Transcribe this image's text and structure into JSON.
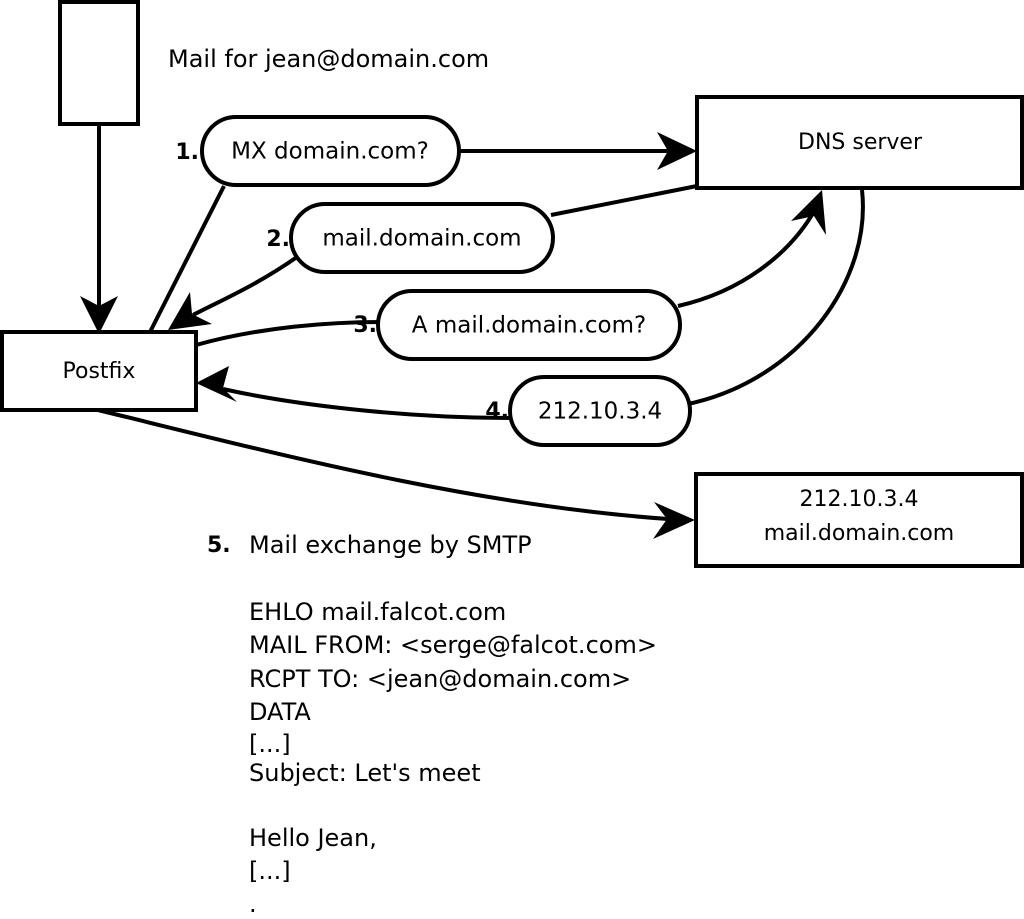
{
  "diagram": {
    "title": "Mail for jean@domain.com",
    "nodes": [
      {
        "id": "mail-client",
        "label": ""
      },
      {
        "id": "postfix",
        "label": "Postfix"
      },
      {
        "id": "dns-server",
        "label": "DNS server"
      },
      {
        "id": "mail-server",
        "label_line1": "212.10.3.4",
        "label_line2": "mail.domain.com"
      }
    ],
    "steps": [
      {
        "num": "1.",
        "label": "MX domain.com?"
      },
      {
        "num": "2.",
        "label": "mail.domain.com"
      },
      {
        "num": "3.",
        "label": "A mail.domain.com?"
      },
      {
        "num": "4.",
        "label": "212.10.3.4"
      }
    ],
    "step5": {
      "num": "5.",
      "label": "Mail exchange by SMTP"
    },
    "smtp_transcript": [
      "EHLO mail.falcot.com",
      "MAIL FROM: <serge@falcot.com>",
      "RCPT TO: <jean@domain.com>",
      "DATA",
      "[...]",
      "Subject: Let's meet",
      "",
      "Hello Jean,",
      "[...]",
      "."
    ],
    "colors": {
      "stroke": "#000000",
      "fill": "#ffffff",
      "background": "#ffffff"
    }
  }
}
